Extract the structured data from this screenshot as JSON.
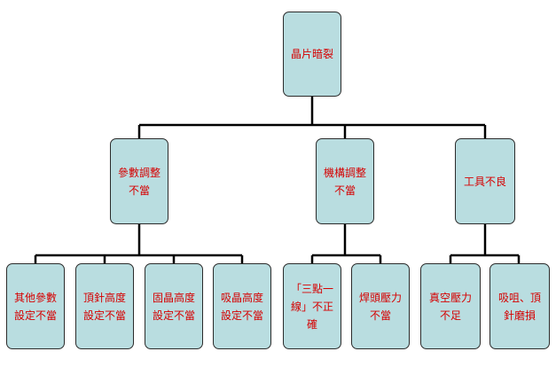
{
  "colors": {
    "node_fill": "#b9dde0",
    "node_border": "#2b2b2b",
    "text": "#d60000",
    "connector": "#000000"
  },
  "root": {
    "label": "晶片暗裂"
  },
  "branches": [
    {
      "label": "參數調整\n不當",
      "children": [
        {
          "label": "其他參數\n設定不當"
        },
        {
          "label": "頂針高度\n設定不當"
        },
        {
          "label": "固晶高度\n設定不當"
        },
        {
          "label": "吸晶高度\n設定不當"
        }
      ]
    },
    {
      "label": "機構調整\n不當",
      "children": [
        {
          "label": "「三點一\n線」不正\n確"
        },
        {
          "label": "焊頭壓力\n不當"
        }
      ]
    },
    {
      "label": "工具不良",
      "children": [
        {
          "label": "真空壓力\n不足"
        },
        {
          "label": "吸咀、頂\n針磨損"
        }
      ]
    }
  ]
}
